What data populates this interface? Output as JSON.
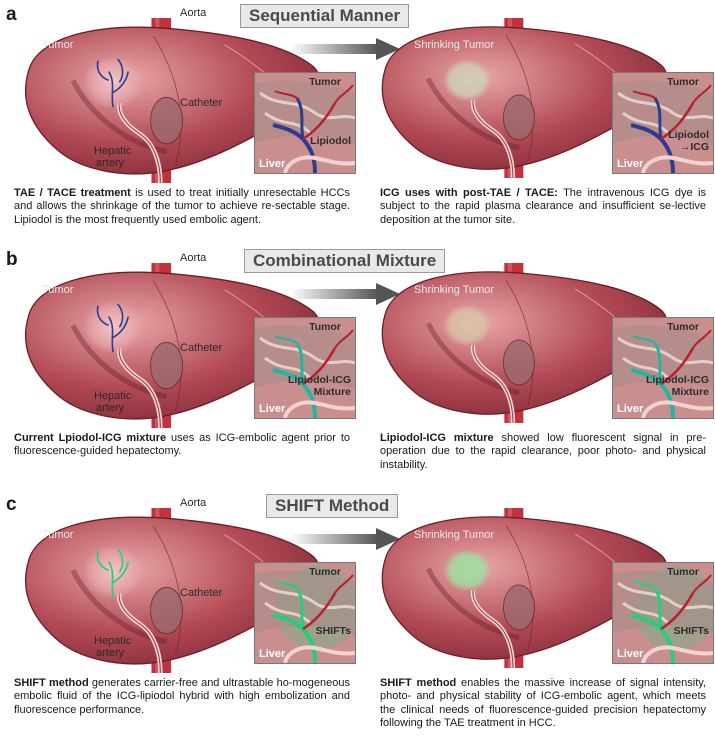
{
  "panels": [
    {
      "letter": "a",
      "method": "Sequential Manner",
      "left": {
        "tumor": "Tumor",
        "aorta": "Aorta",
        "catheter": "Catheter",
        "hepatic": "Hepatic",
        "artery": "artery",
        "inset_tumor": "Tumor",
        "inset_agent": [
          "Lipiodol"
        ],
        "inset_liver": "Liver",
        "caption_bold": "TAE / TACE treatment",
        "caption_rest": " is used to treat initially unresectable HCCs and allows the shrinkage of  the tumor to achieve re-sectable stage. Lipiodol is the most frequently used embolic agent."
      },
      "right": {
        "tumor": "Shrinking Tumor",
        "inset_tumor": "Tumor",
        "inset_agent": [
          "Lipiodol",
          "→ICG"
        ],
        "inset_liver": "Liver",
        "caption_bold": "ICG uses with post-TAE / TACE:",
        "caption_rest": " The intravenous ICG dye is subject to the rapid plasma clearance and insufficient se-lective deposition at the tumor site."
      }
    },
    {
      "letter": "b",
      "method": "Combinational Mixture",
      "left": {
        "tumor": "Tumor",
        "aorta": "Aorta",
        "catheter": "Catheter",
        "hepatic": "Hepatic",
        "artery": "artery",
        "inset_tumor": "Tumor",
        "inset_agent": [
          "Lipiodol-ICG",
          "Mixture"
        ],
        "inset_liver": "Liver",
        "caption_bold": "Current Lpiodol-ICG mixture",
        "caption_rest": " uses as ICG-embolic agent prior to fluorescence-guided hepatectomy."
      },
      "right": {
        "tumor": "Shrinking Tumor",
        "inset_tumor": "Tumor",
        "inset_agent": [
          "Lipiodol-ICG",
          "Mixture"
        ],
        "inset_liver": "Liver",
        "caption_bold": "Lipiodol-ICG mixture",
        "caption_rest": " showed low fluorescent signal in pre-operation due to the rapid clearance, poor photo- and physical  instability."
      }
    },
    {
      "letter": "c",
      "method": "SHIFT Method",
      "left": {
        "tumor": "Tumor",
        "aorta": "Aorta",
        "catheter": "Catheter",
        "hepatic": "Hepatic",
        "artery": "artery",
        "inset_tumor": "Tumor",
        "inset_agent": [
          "SHIFTs"
        ],
        "inset_liver": "Liver",
        "caption_bold": "SHIFT method",
        "caption_rest": " generates carrier-free and ultrastable ho-mogeneous embolic fluid of the ICG-lipiodol hybrid with high embolization and fluorescence performance."
      },
      "right": {
        "tumor": "Shrinking Tumor",
        "inset_tumor": "Tumor",
        "inset_agent": [
          "SHIFTs"
        ],
        "inset_liver": "Liver",
        "caption_bold": "SHIFT method",
        "caption_rest": " enables the massive increase of signal intensity, photo- and physical stability of ICG-embolic agent, which meets the clinical needs of fluorescence-guided precision hepatectomy following the TAE treatment in HCC."
      }
    }
  ],
  "colors": {
    "liver_dark": "#7a2530",
    "liver_mid": "#b24a55",
    "liver_light": "#e7a6a6",
    "aorta": "#c0323c",
    "vessel_blue": "#2e3b8e",
    "vessel_red": "#b8202a",
    "vessel_teal": "#1fb7a0",
    "vessel_green": "#22d07a",
    "inset_bg": "#c98f8f",
    "method_box": "#e9e9e9"
  },
  "icons": [
    "liver-illustration",
    "aorta-vessel",
    "catheter-line",
    "right-arrow",
    "tumor-nodule",
    "vessel-inset"
  ]
}
